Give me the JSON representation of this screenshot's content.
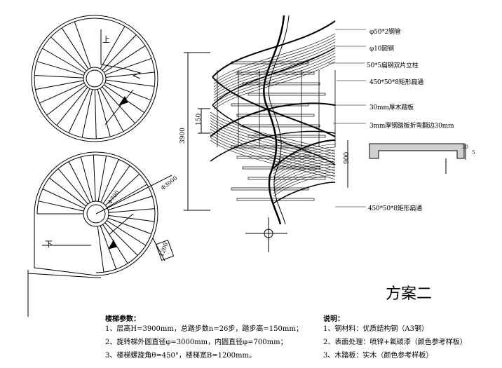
{
  "plans": {
    "up_label": "上",
    "down_label": "下",
    "outer_dim": "Φ3000",
    "inner_dim": "Φ700",
    "width_dim": "1200"
  },
  "elevation": {
    "total_height": "3900",
    "step_height": "150",
    "rail_height": "900",
    "callouts": [
      "φ50*2钢管",
      "φ10圆钢",
      "50*5扁钢双片立柱",
      "450*50*8矩形扁通",
      "30mm厚木踏板",
      "3mm厚钢踏板折弯翻边30mm",
      "450*50*8矩形扁通"
    ],
    "detail_dim_a": "30",
    "detail_dim_b": "5"
  },
  "title": "方案二",
  "params": {
    "heading": "楼梯参数：",
    "lines": [
      "1、层高H=3900mm，总踏步数n=26步，踏步高=150mm；",
      "2、旋转梯外圆直径φ=3000mm，内圆直径φ=700mm；",
      "3、楼梯螺旋角θ=450°，楼梯宽B=1200mm。"
    ]
  },
  "notes": {
    "heading": "说明：",
    "lines": [
      "1、钢材料：优质结构钢（A3钢）",
      "2、表面处理：喷锌+氟碳漆（颜色参考样板）",
      "3、木踏板：实木（颜色参考样板）"
    ]
  }
}
